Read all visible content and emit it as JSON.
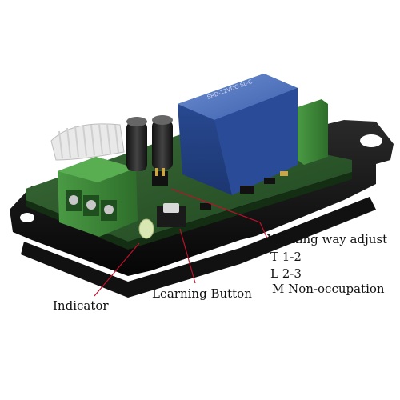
{
  "annotations": {
    "working_way": "Working way adjust",
    "mode_t": "T 1-2",
    "mode_l": "L 2-3",
    "mode_m": "M Non-occupation",
    "learning_button": "Learning Button",
    "indicator": "Indicator"
  },
  "colors": {
    "background": "#ffffff",
    "pcb": "#2c5a2a",
    "relay": "#2f55a4",
    "terminal_block": "#3f8a3a",
    "enclosure_base": "#0d0d0d",
    "callout_line": "#c0102a"
  },
  "icons": [
    "relay-module-photo",
    "antenna-coil-icon",
    "relay-icon",
    "terminal-block-icon",
    "led-icon",
    "push-button-icon",
    "jumper-icon"
  ]
}
